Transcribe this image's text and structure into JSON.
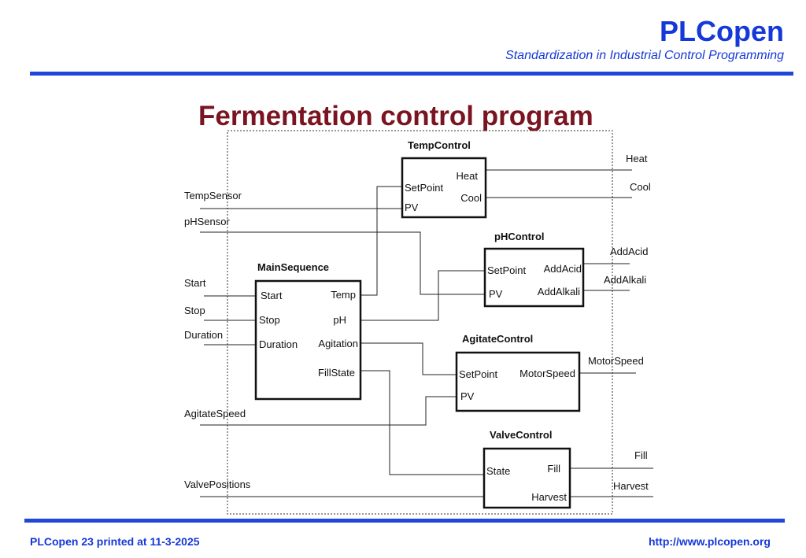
{
  "header": {
    "brand": "PLCopen",
    "tagline": "Standardization in Industrial Control Programming"
  },
  "title": "Fermentation control program",
  "diagram": {
    "external_inputs": {
      "temp_sensor": "TempSensor",
      "ph_sensor": "pHSensor",
      "start": "Start",
      "stop": "Stop",
      "duration": "Duration",
      "agitate_speed": "AgitateSpeed",
      "valve_positions": "ValvePositions"
    },
    "external_outputs": {
      "heat": "Heat",
      "cool": "Cool",
      "add_acid": "AddAcid",
      "add_alkali": "AddAlkali",
      "motor_speed": "MotorSpeed",
      "fill": "Fill",
      "harvest": "Harvest"
    },
    "blocks": {
      "temp_control": {
        "name": "TempControl",
        "in_setpoint": "SetPoint",
        "in_pv": "PV",
        "out_heat": "Heat",
        "out_cool": "Cool"
      },
      "ph_control": {
        "name": "pHControl",
        "in_setpoint": "SetPoint",
        "in_pv": "PV",
        "out_acid": "AddAcid",
        "out_alkali": "AddAlkali"
      },
      "main_sequence": {
        "name": "MainSequence",
        "in_start": "Start",
        "in_stop": "Stop",
        "in_duration": "Duration",
        "out_temp": "Temp",
        "out_ph": "pH",
        "out_agitation": "Agitation",
        "out_fillstate": "FillState"
      },
      "agitate_control": {
        "name": "AgitateControl",
        "in_setpoint": "SetPoint",
        "in_pv": "PV",
        "out_motor": "MotorSpeed"
      },
      "valve_control": {
        "name": "ValveControl",
        "in_state": "State",
        "out_fill": "Fill",
        "out_harvest": "Harvest"
      }
    }
  },
  "footer": {
    "left": "PLCopen  23  printed at 11-3-2025",
    "right": "http://www.plcopen.org"
  }
}
